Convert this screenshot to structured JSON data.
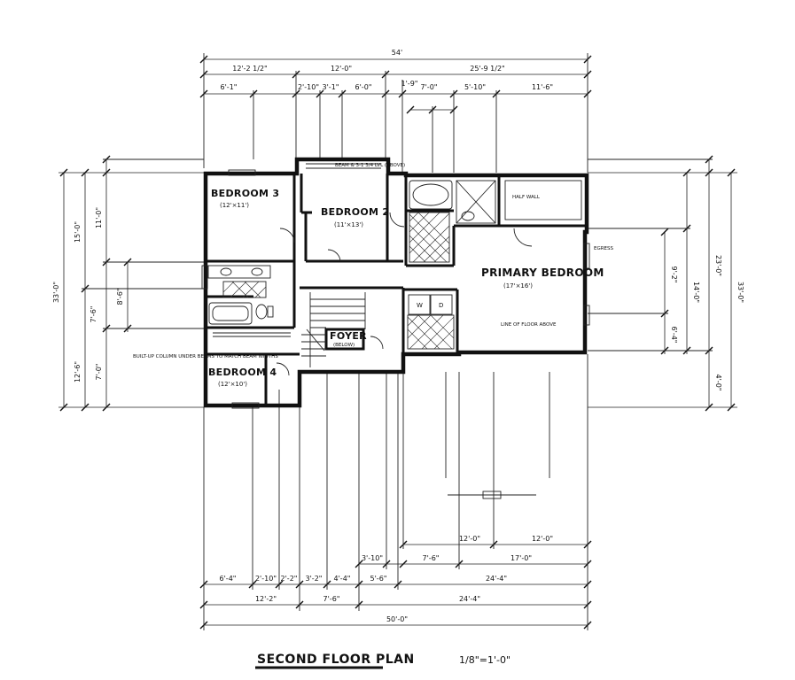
{
  "rooms": {
    "bedroom3": {
      "label": "BEDROOM 3",
      "size": "(12'×11')"
    },
    "bedroom2": {
      "label": "BEDROOM 2",
      "size": "(11'×13')"
    },
    "primary": {
      "label": "PRIMARY BEDROOM",
      "size": "(17'×16')"
    },
    "bedroom4": {
      "label": "BEDROOM 4",
      "size": "(12'×10')"
    },
    "foyer": {
      "label": "FOYER",
      "size": "(BELOW)"
    },
    "washer": {
      "label": "W"
    },
    "dryer": {
      "label": "D"
    }
  },
  "notes": {
    "built_up_column": "BUILT-UP COLUMN UNDER BEAMS TO MATCH BEAM WIDTHS",
    "beam_above": "BEAM & 3-1 3/4 LVL (ABOVE)",
    "line_of_floor": "LINE OF FLOOR ABOVE",
    "half_wall": "HALF WALL",
    "egress": "EGRESS"
  },
  "dimensions": {
    "top_overall": "54'",
    "top_row1": [
      "12'-2 1/2\"",
      "12'-0\"",
      "25'-9 1/2\""
    ],
    "top_row2": [
      "6'-1\"",
      "2'-10\"",
      "3'-1\"",
      "6'-0\"",
      "1'-9\"",
      "7'-0\"",
      "5'-10\"",
      "11'-6\""
    ],
    "left": [
      "33'-0\"",
      "15'-0\"",
      "11'-0\"",
      "7'-6\"",
      "8'-6\"",
      "12'-6\"",
      "7'-0\""
    ],
    "right": [
      "33'-0\"",
      "23'-0\"",
      "14'-0\"",
      "9'-2\"",
      "6'-4\"",
      "4'-0\""
    ],
    "bottom_row1": [
      "6'-4\"",
      "2'-10\"",
      "2'-2\"",
      "3'-2\"",
      "4'-4\"",
      "5'-6\"",
      "3'-10\"",
      "7'-6\"",
      "12'-0\"",
      "17'-0\"",
      "12'-0\""
    ],
    "bottom_row2": [
      "12'-2\"",
      "7'-6\"",
      "24'-4\""
    ],
    "bottom_overall": "50'-0\""
  },
  "footer": {
    "title": "SECOND FLOOR PLAN",
    "scale": "1/8\"=1'-0\""
  }
}
